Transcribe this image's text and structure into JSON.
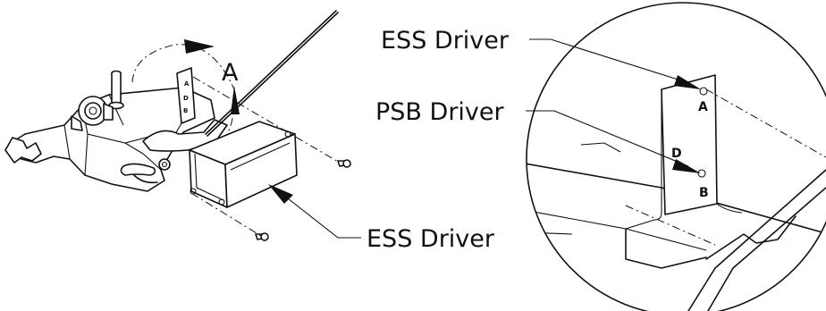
{
  "callouts": {
    "ess_driver_right": "ESS Driver",
    "psb_driver": "PSB Driver",
    "ess_driver_left": "ESS Driver"
  },
  "markers": {
    "view_letter": "A",
    "hole_a": "A",
    "hole_b": "B",
    "hole_d": "D"
  }
}
